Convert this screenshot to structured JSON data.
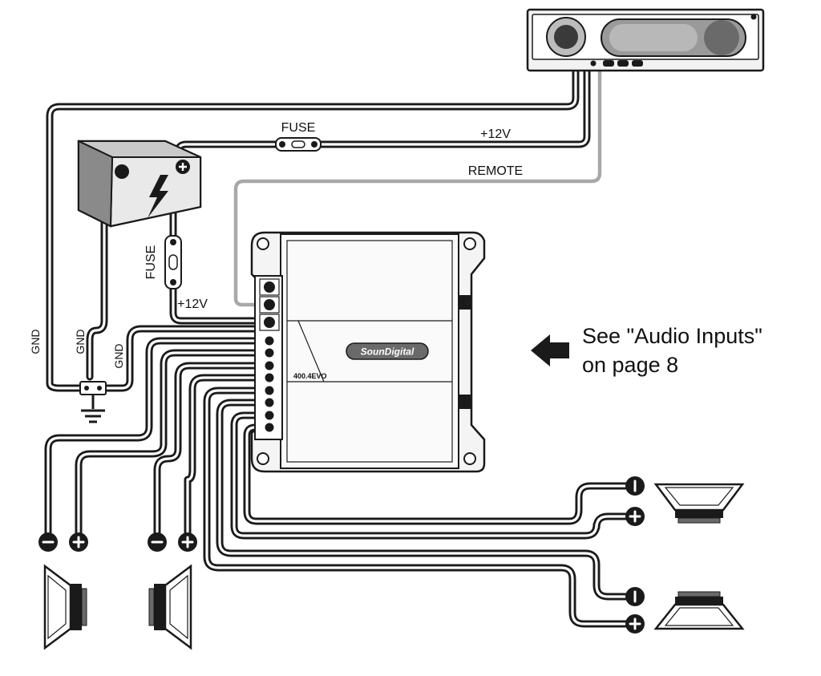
{
  "labels": {
    "fuse_top": "FUSE",
    "fuse_side": "FUSE",
    "plus12v_top": "+12V",
    "plus12v_amp": "+12V",
    "remote": "REMOTE",
    "gnd_1": "GND",
    "gnd_2": "GND",
    "gnd_3": "GND"
  },
  "amplifier": {
    "brand": "SounDigital",
    "model": "400.4EVO"
  },
  "note": {
    "line1": "See \"Audio Inputs\"",
    "line2": "on page 8"
  },
  "colors": {
    "wire": "#1a1a1a",
    "remote_wire": "#a8a8a8",
    "device_fill": "#e9e9e9",
    "battery_fill": "#8e8e8e"
  },
  "icons": {
    "battery_symbol": "lightning-bolt-icon",
    "pointer": "left-arrow-icon",
    "ground": "ground-symbol-icon"
  }
}
